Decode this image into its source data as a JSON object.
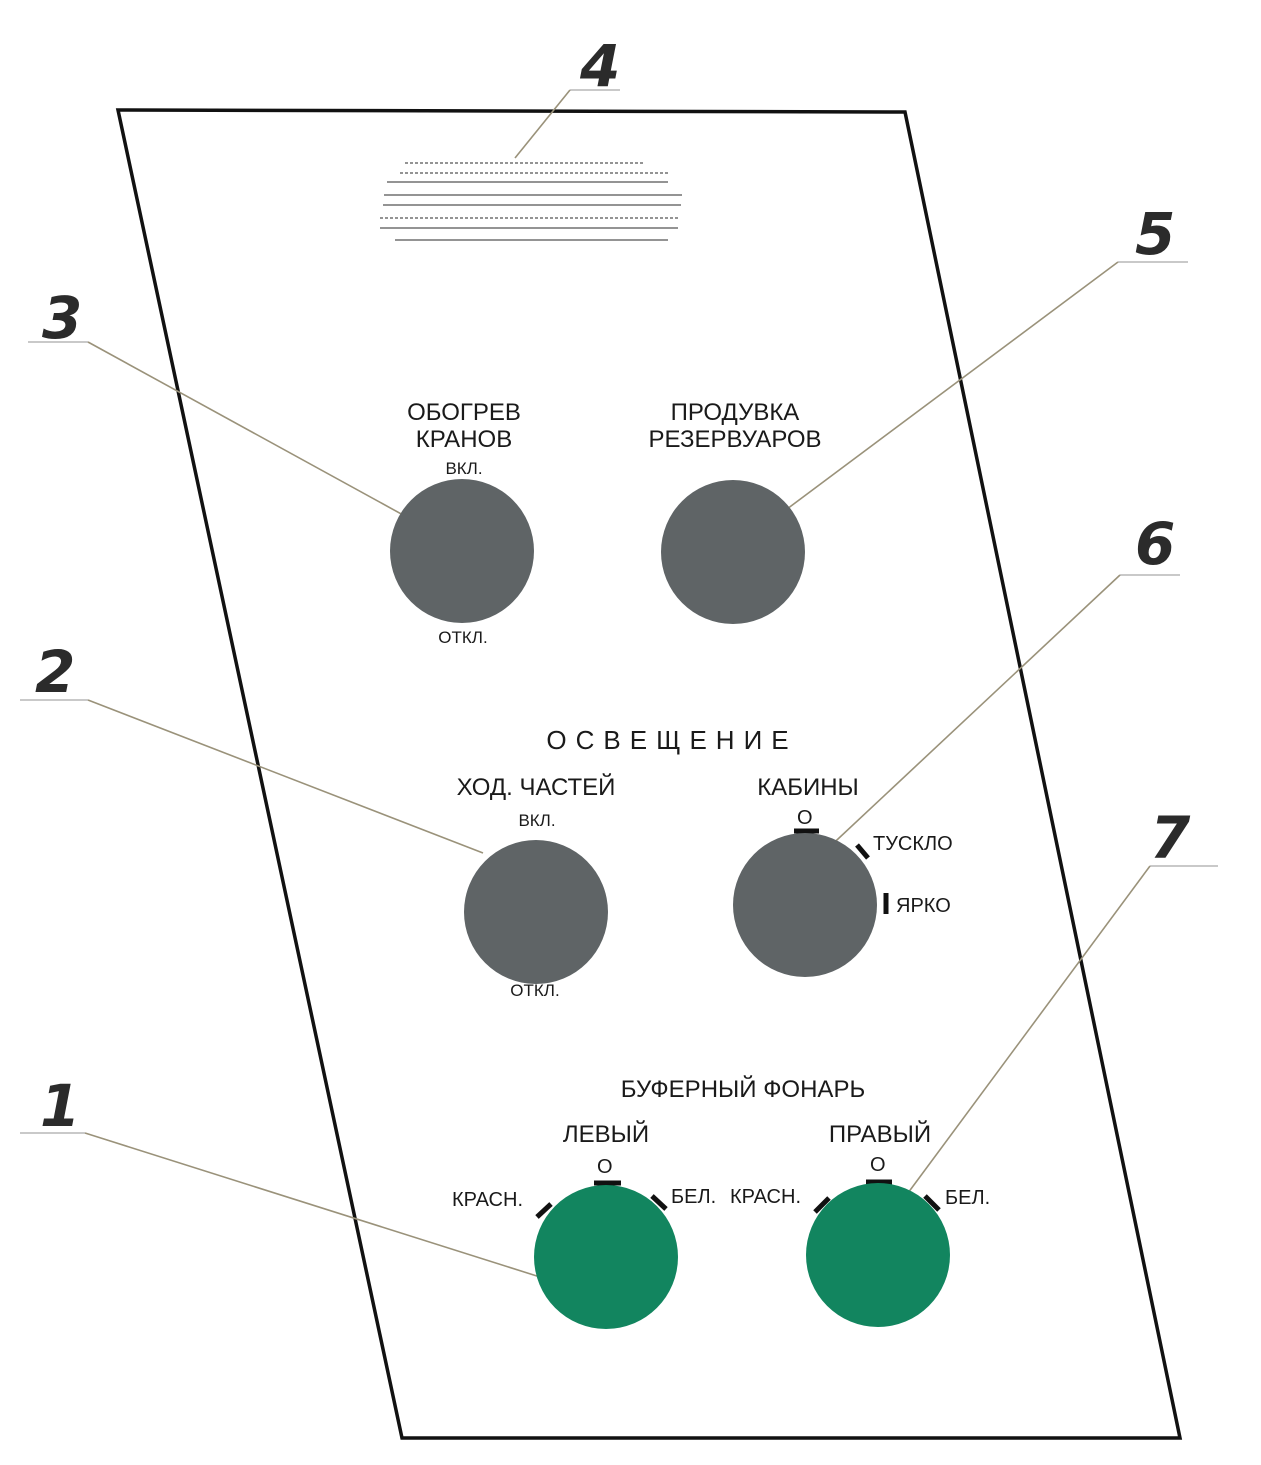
{
  "panel": {
    "outline_color": "#111111",
    "knob_gray_color": "#5f6466",
    "knob_green_color": "#12855f"
  },
  "callouts": {
    "c1": "1",
    "c2": "2",
    "c3": "3",
    "c4": "4",
    "c5": "5",
    "c6": "6",
    "c7": "7"
  },
  "switches": {
    "heating": {
      "title_line1": "ОБОГРЕВ",
      "title_line2": "КРАНОВ",
      "on_label": "ВКЛ.",
      "off_label": "ОТКЛ."
    },
    "purge": {
      "title_line1": "ПРОДУВКА",
      "title_line2": "РЕЗЕРВУАРОВ"
    }
  },
  "lighting": {
    "section_title": "ОСВЕЩЕНИЕ",
    "running_gear": {
      "title": "ХОД. ЧАСТЕЙ",
      "on_label": "ВКЛ.",
      "off_label": "ОТКЛ."
    },
    "cabin": {
      "title": "КАБИНЫ",
      "off_label": "О",
      "dim_label": "ТУСКЛО",
      "bright_label": "ЯРКО"
    }
  },
  "buffer_light": {
    "title": "БУФЕРНЫЙ ФОНАРЬ",
    "left": {
      "title": "ЛЕВЫЙ",
      "off_label": "О",
      "red_label": "КРАСН.",
      "white_label": "БЕЛ."
    },
    "right": {
      "title": "ПРАВЫЙ",
      "off_label": "О",
      "red_label": "КРАСН.",
      "white_label": "БЕЛ."
    }
  }
}
